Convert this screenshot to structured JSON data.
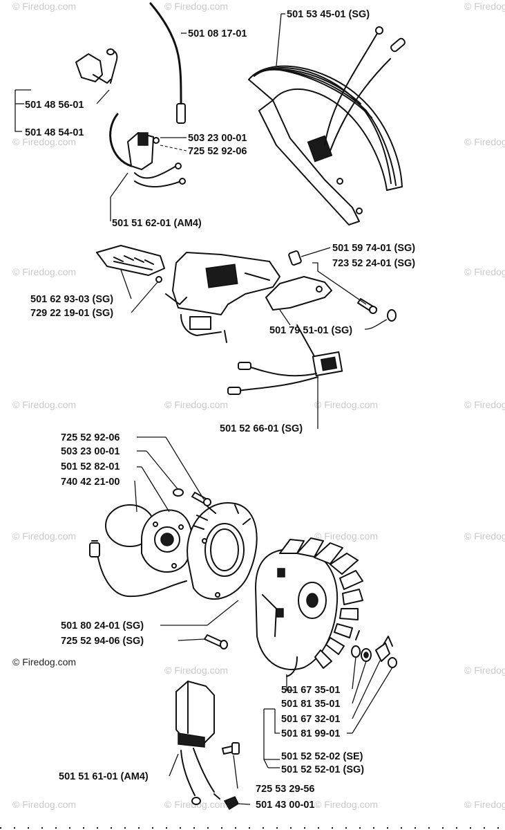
{
  "watermark": "© Firedog.com",
  "parts": {
    "p_5010817": "501 08 17-01",
    "p_5015345": "501 53 45-01  (SG)",
    "p_5014856": "501 48 56-01",
    "p_5014854": "501 48 54-01",
    "p_5032300_top": "503 23 00-01",
    "p_7255292_top": "725 52 92-06",
    "p_5015162": "501 51 62-01   (AM4)",
    "p_5015974": "501 59 74-01 (SG)",
    "p_7235224": "723 52 24-01 (SG)",
    "p_5016293": "501 62 93-03 (SG)",
    "p_7292219": "729 22 19-01 (SG)",
    "p_5017951": "501 79 51-01 (SG)",
    "p_5015266": "501 52 66-01 (SG)",
    "p_7255292_mid": "725 52 92-06",
    "p_5032300_mid": "503 23 00-01",
    "p_5015282": "501 52 82-01",
    "p_7404221": "740 42 21-00",
    "p_5018024": "501 80 24-01 (SG)",
    "p_7255294": "725 52 94-06 (SG)",
    "p_5016735": "501 67 35-01",
    "p_5018135": "501 81 35-01",
    "p_5016732": "501 67 32-01",
    "p_5018199": "501 81 99-01",
    "p_5015252_se": "501 52 52-02 (SE)",
    "p_5015252_sg": "501 52 52-01 (SG)",
    "p_5015161": "501 51 61-01 (AM4)",
    "p_7255329": "725 53 29-56",
    "p_5014300": "501 43 00-01"
  }
}
